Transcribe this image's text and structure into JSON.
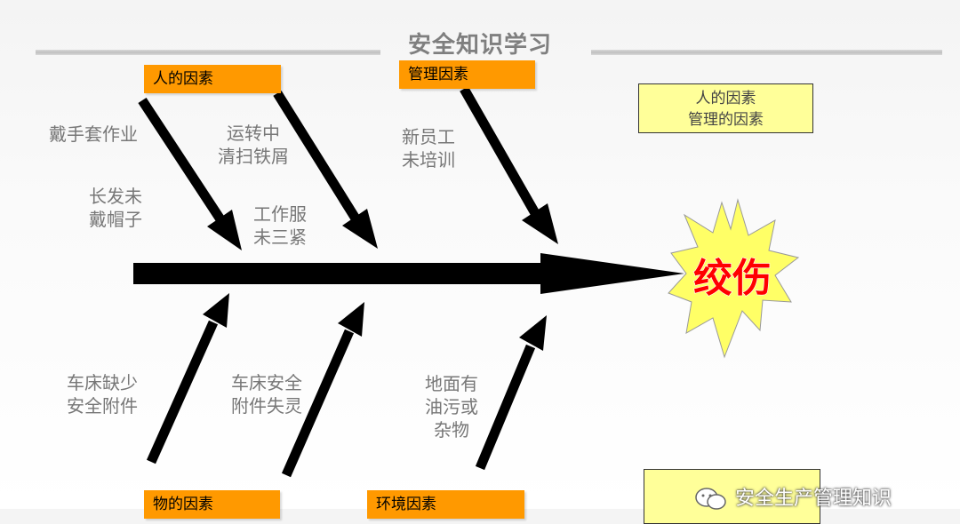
{
  "title": "安全知识学习",
  "categories": {
    "people": "人的因素",
    "management": "管理因素",
    "material": "物的因素",
    "environment": "环境因素"
  },
  "causes": {
    "gloves": "戴手套作业",
    "cleaning_line1": "运转中",
    "cleaning_line2": "清扫铁屑",
    "hair_line1": "长发未",
    "hair_line2": "戴帽子",
    "clothes_line1": "工作服",
    "clothes_line2": "未三紧",
    "training_line1": "新员工",
    "training_line2": "未培训",
    "lathe_missing_line1": "车床缺少",
    "lathe_missing_line2": "安全附件",
    "lathe_fail_line1": "车床安全",
    "lathe_fail_line2": "附件失灵",
    "floor_line1": "地面有",
    "floor_line2": "油污或",
    "floor_line3": "杂物"
  },
  "effect": "绞伤",
  "legend_top": {
    "line1": "人的因素",
    "line2": "管理的因素"
  },
  "watermark": "安全生产管理知识",
  "colors": {
    "category_fill": "#ff9900",
    "legend_fill": "#ffff99",
    "burst_fill": "#ffff66",
    "effect_text": "#ff0000",
    "label_text": "#777777"
  }
}
